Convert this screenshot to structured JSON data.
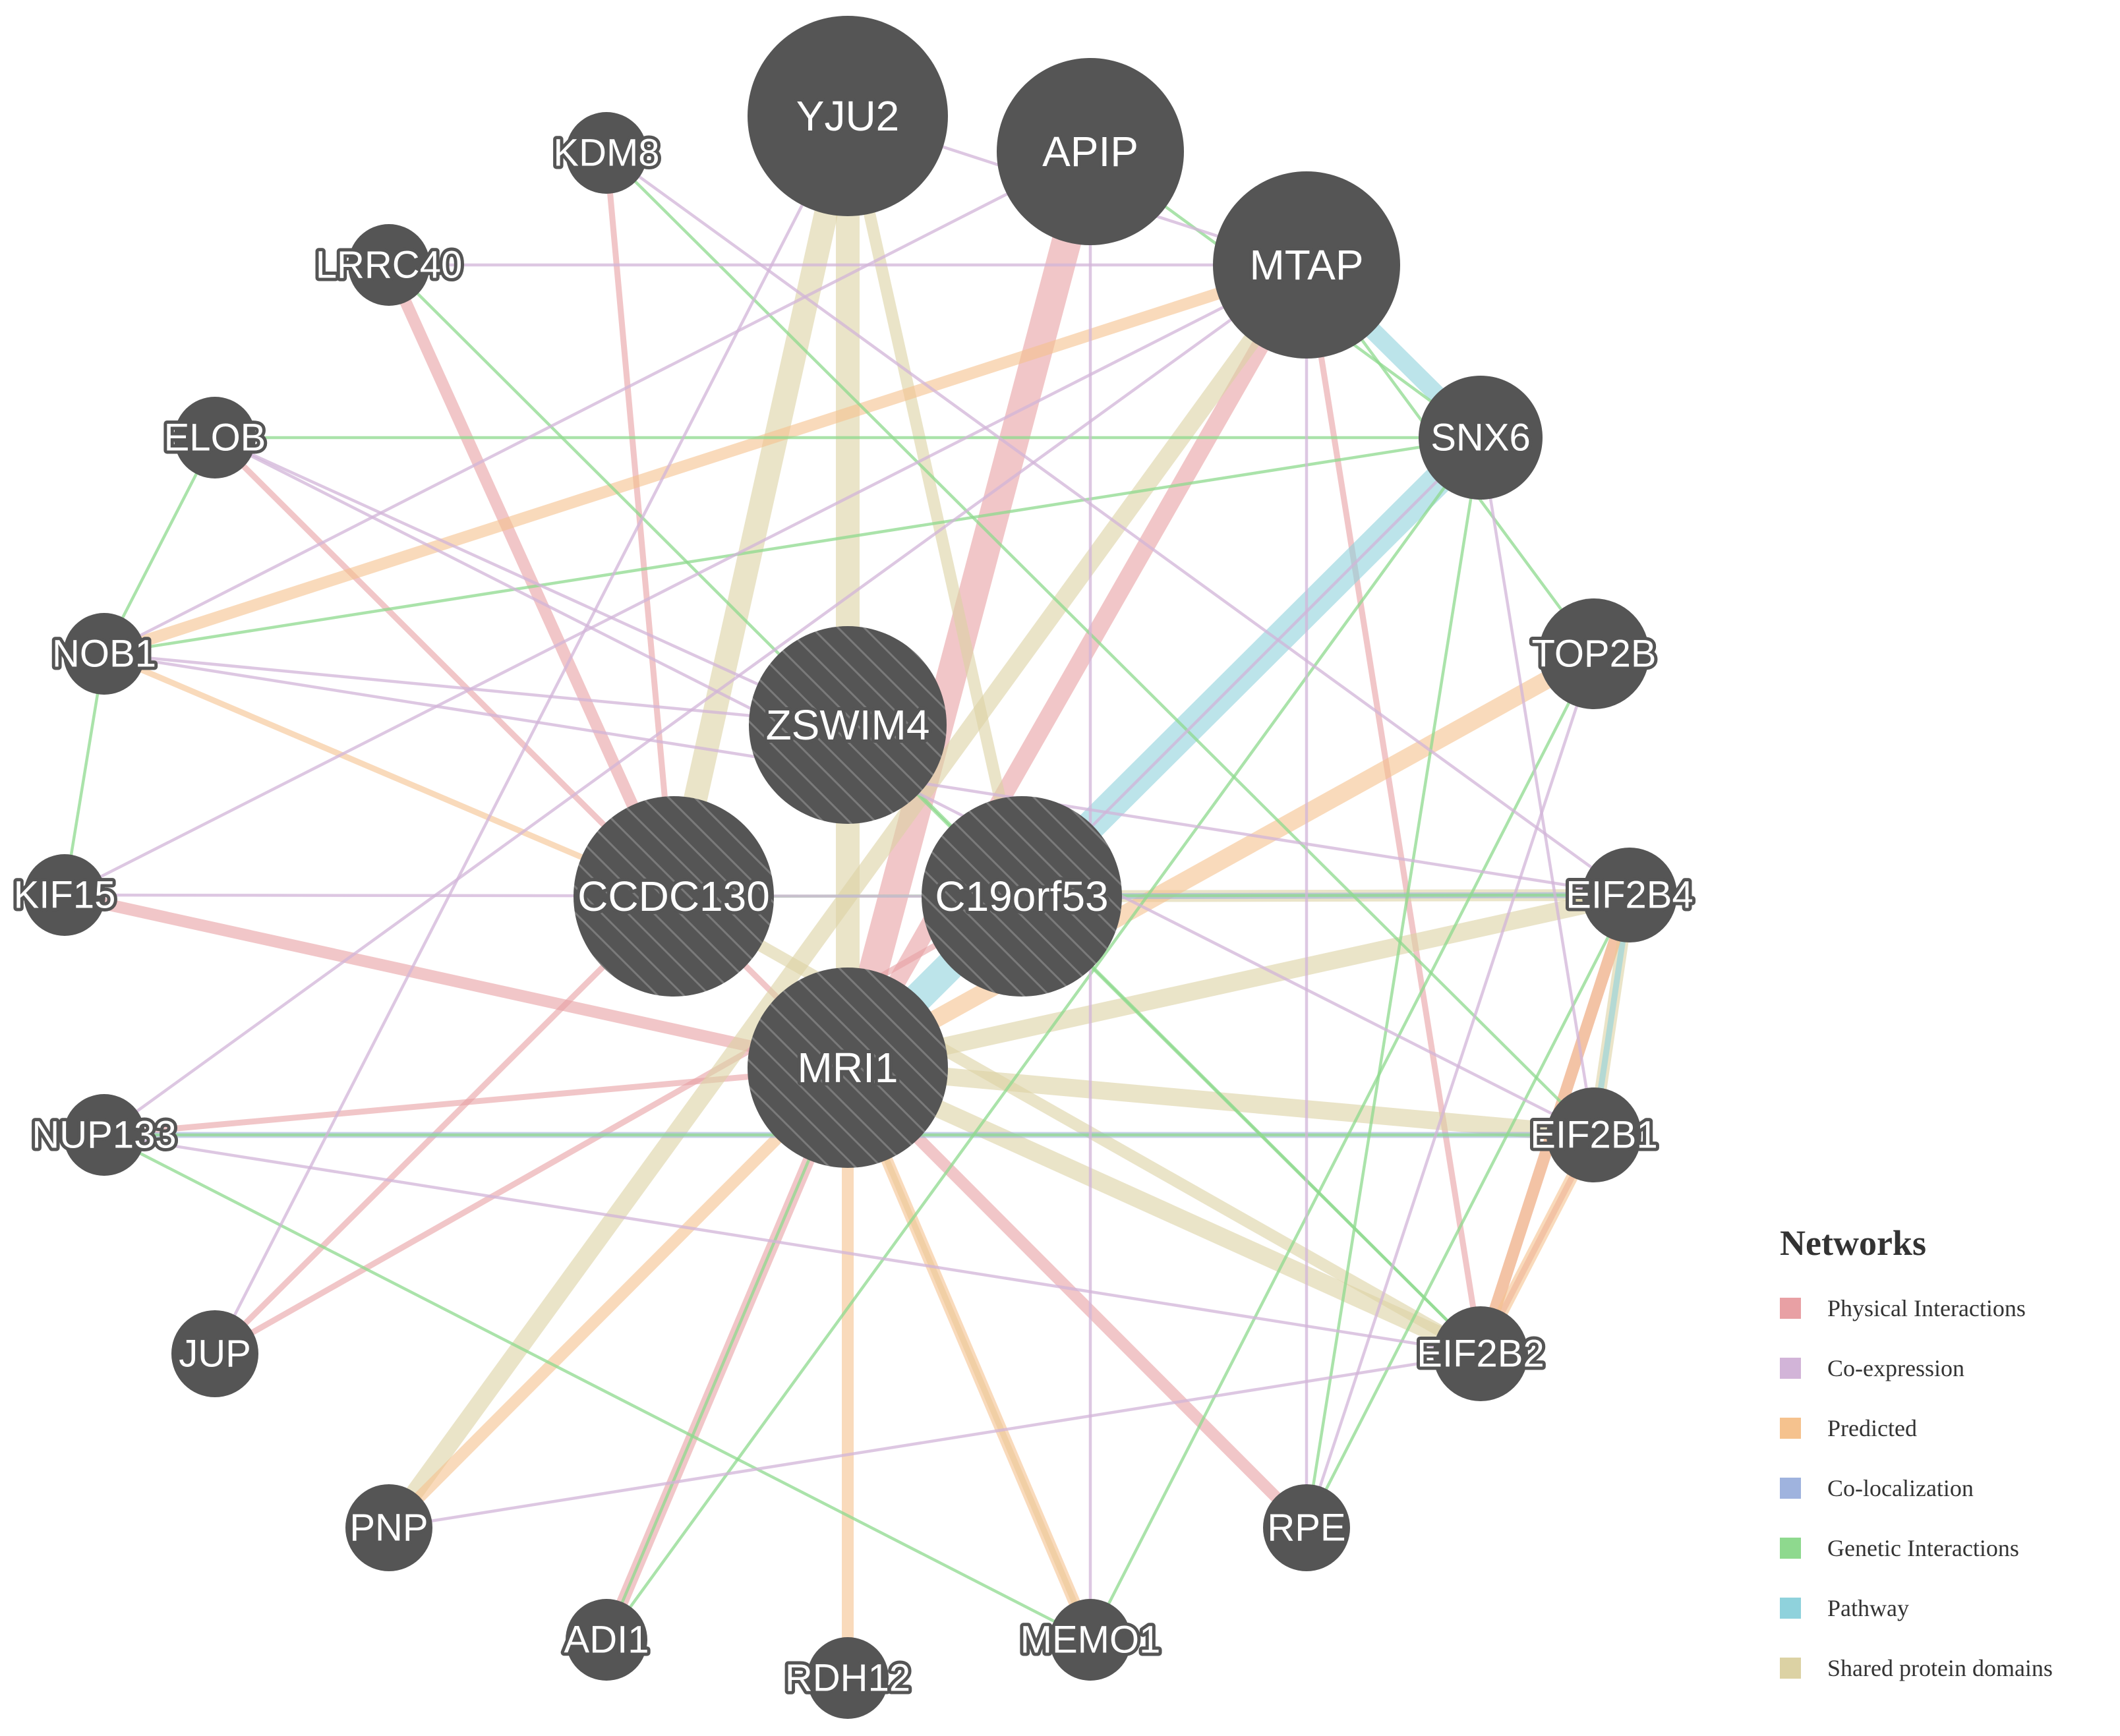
{
  "colors": {
    "physical": "#e8a0a4",
    "coexpression": "#d2b4d8",
    "predicted": "#f5c28e",
    "colocalization": "#9fb3de",
    "genetic": "#8ed98e",
    "pathway": "#8fd2dc",
    "shared": "#dcd2a4",
    "node": "#555555"
  },
  "nodes": [
    {
      "id": "YJU2",
      "label": "YJU2",
      "query": false
    },
    {
      "id": "APIP",
      "label": "APIP",
      "query": false
    },
    {
      "id": "MTAP",
      "label": "MTAP",
      "query": false
    },
    {
      "id": "KDM8",
      "label": "KDM8",
      "query": false
    },
    {
      "id": "LRRC40",
      "label": "LRRC40",
      "query": false
    },
    {
      "id": "ELOB",
      "label": "ELOB",
      "query": false
    },
    {
      "id": "SNX6",
      "label": "SNX6",
      "query": false
    },
    {
      "id": "NOB1",
      "label": "NOB1",
      "query": false
    },
    {
      "id": "TOP2B",
      "label": "TOP2B",
      "query": false
    },
    {
      "id": "ZSWIM4",
      "label": "ZSWIM4",
      "query": true
    },
    {
      "id": "KIF15",
      "label": "KIF15",
      "query": false
    },
    {
      "id": "CCDC130",
      "label": "CCDC130",
      "query": true
    },
    {
      "id": "C19orf53",
      "label": "C19orf53",
      "query": true
    },
    {
      "id": "EIF2B4",
      "label": "EIF2B4",
      "query": false
    },
    {
      "id": "MRI1",
      "label": "MRI1",
      "query": true
    },
    {
      "id": "NUP133",
      "label": "NUP133",
      "query": false
    },
    {
      "id": "EIF2B1",
      "label": "EIF2B1",
      "query": false
    },
    {
      "id": "JUP",
      "label": "JUP",
      "query": false
    },
    {
      "id": "EIF2B2",
      "label": "EIF2B2",
      "query": false
    },
    {
      "id": "PNP",
      "label": "PNP",
      "query": false
    },
    {
      "id": "RPE",
      "label": "RPE",
      "query": false
    },
    {
      "id": "ADI1",
      "label": "ADI1",
      "query": false
    },
    {
      "id": "MEMO1",
      "label": "MEMO1",
      "query": false
    },
    {
      "id": "RDH12",
      "label": "RDH12",
      "query": false
    }
  ],
  "edges": [
    {
      "source": "MRI1",
      "target": "APIP",
      "type": "physical",
      "weight": 5
    },
    {
      "source": "MRI1",
      "target": "MTAP",
      "type": "physical",
      "weight": 3
    },
    {
      "source": "MRI1",
      "target": "KIF15",
      "type": "physical",
      "weight": 2
    },
    {
      "source": "MRI1",
      "target": "RPE",
      "type": "physical",
      "weight": 2
    },
    {
      "source": "MRI1",
      "target": "ADI1",
      "type": "physical",
      "weight": 2
    },
    {
      "source": "CCDC130",
      "target": "KDM8",
      "type": "physical",
      "weight": 1
    },
    {
      "source": "CCDC130",
      "target": "LRRC40",
      "type": "physical",
      "weight": 2
    },
    {
      "source": "CCDC130",
      "target": "JUP",
      "type": "physical",
      "weight": 1
    },
    {
      "source": "C19orf53",
      "target": "JUP",
      "type": "physical",
      "weight": 1
    },
    {
      "source": "MRI1",
      "target": "ELOB",
      "type": "physical",
      "weight": 1
    },
    {
      "source": "MTAP",
      "target": "EIF2B2",
      "type": "physical",
      "weight": 1
    },
    {
      "source": "EIF2B4",
      "target": "EIF2B2",
      "type": "physical",
      "weight": 2
    },
    {
      "source": "EIF2B1",
      "target": "EIF2B2",
      "type": "physical",
      "weight": 1
    },
    {
      "source": "MRI1",
      "target": "NUP133",
      "type": "physical",
      "weight": 1
    },
    {
      "source": "MRI1",
      "target": "YJU2",
      "type": "shared",
      "weight": 4
    },
    {
      "source": "CCDC130",
      "target": "YJU2",
      "type": "shared",
      "weight": 4
    },
    {
      "source": "C19orf53",
      "target": "YJU2",
      "type": "shared",
      "weight": 2
    },
    {
      "source": "MRI1",
      "target": "EIF2B4",
      "type": "shared",
      "weight": 3
    },
    {
      "source": "MRI1",
      "target": "EIF2B1",
      "type": "shared",
      "weight": 3
    },
    {
      "source": "MRI1",
      "target": "EIF2B2",
      "type": "shared",
      "weight": 3
    },
    {
      "source": "CCDC130",
      "target": "EIF2B2",
      "type": "shared",
      "weight": 2
    },
    {
      "source": "PNP",
      "target": "MTAP",
      "type": "shared",
      "weight": 3
    },
    {
      "source": "EIF2B4",
      "target": "EIF2B1",
      "type": "shared",
      "weight": 2
    },
    {
      "source": "C19orf53",
      "target": "EIF2B4",
      "type": "shared",
      "weight": 2
    },
    {
      "source": "MRI1",
      "target": "MEMO1",
      "type": "shared",
      "weight": 1
    },
    {
      "source": "MRI1",
      "target": "SNX6",
      "type": "pathway",
      "weight": 5
    },
    {
      "source": "MTAP",
      "target": "SNX6",
      "type": "pathway",
      "weight": 3
    },
    {
      "source": "EIF2B4",
      "target": "EIF2B1",
      "type": "pathway",
      "weight": 1
    },
    {
      "source": "NOB1",
      "target": "MTAP",
      "type": "predicted",
      "weight": 2
    },
    {
      "source": "MRI1",
      "target": "TOP2B",
      "type": "predicted",
      "weight": 3
    },
    {
      "source": "MRI1",
      "target": "RDH12",
      "type": "predicted",
      "weight": 2
    },
    {
      "source": "MRI1",
      "target": "MEMO1",
      "type": "predicted",
      "weight": 2
    },
    {
      "source": "MRI1",
      "target": "PNP",
      "type": "predicted",
      "weight": 2
    },
    {
      "source": "NOB1",
      "target": "CCDC130",
      "type": "predicted",
      "weight": 1
    },
    {
      "source": "EIF2B4",
      "target": "EIF2B2",
      "type": "predicted",
      "weight": 2
    },
    {
      "source": "EIF2B1",
      "target": "EIF2B2",
      "type": "predicted",
      "weight": 2
    },
    {
      "source": "NUP133",
      "target": "EIF2B1",
      "type": "colocalization",
      "weight": 1
    },
    {
      "source": "C19orf53",
      "target": "EIF2B4",
      "type": "colocalization",
      "weight": 1
    },
    {
      "source": "KDM8",
      "target": "EIF2B1",
      "type": "genetic",
      "weight": 0.5
    },
    {
      "source": "LRRC40",
      "target": "EIF2B2",
      "type": "genetic",
      "weight": 0.5
    },
    {
      "source": "ELOB",
      "target": "SNX6",
      "type": "genetic",
      "weight": 0.5
    },
    {
      "source": "ELOB",
      "target": "NOB1",
      "type": "genetic",
      "weight": 0.5
    },
    {
      "source": "NOB1",
      "target": "KIF15",
      "type": "genetic",
      "weight": 0.5
    },
    {
      "source": "NOB1",
      "target": "SNX6",
      "type": "genetic",
      "weight": 0.5
    },
    {
      "source": "NUP133",
      "target": "MEMO1",
      "type": "genetic",
      "weight": 0.5
    },
    {
      "source": "NUP133",
      "target": "EIF2B1",
      "type": "genetic",
      "weight": 0.5
    },
    {
      "source": "ADI1",
      "target": "SNX6",
      "type": "genetic",
      "weight": 0.5
    },
    {
      "source": "MEMO1",
      "target": "TOP2B",
      "type": "genetic",
      "weight": 0.5
    },
    {
      "source": "RPE",
      "target": "SNX6",
      "type": "genetic",
      "weight": 0.5
    },
    {
      "source": "MTAP",
      "target": "TOP2B",
      "type": "genetic",
      "weight": 0.5
    },
    {
      "source": "MRI1",
      "target": "ADI1",
      "type": "genetic",
      "weight": 0.5
    },
    {
      "source": "ZSWIM4",
      "target": "EIF2B2",
      "type": "genetic",
      "weight": 0.5
    },
    {
      "source": "CCDC130",
      "target": "EIF2B4",
      "type": "genetic",
      "weight": 0.5
    },
    {
      "source": "APIP",
      "target": "SNX6",
      "type": "genetic",
      "weight": 0.5
    },
    {
      "source": "RPE",
      "target": "EIF2B4",
      "type": "genetic",
      "weight": 0.5
    },
    {
      "source": "YJU2",
      "target": "MTAP",
      "type": "coexpression",
      "weight": 0.5
    },
    {
      "source": "LRRC40",
      "target": "MTAP",
      "type": "coexpression",
      "weight": 0.5
    },
    {
      "source": "ELOB",
      "target": "EIF2B1",
      "type": "coexpression",
      "weight": 0.5
    },
    {
      "source": "NOB1",
      "target": "EIF2B4",
      "type": "coexpression",
      "weight": 0.5
    },
    {
      "source": "NOB1",
      "target": "APIP",
      "type": "coexpression",
      "weight": 0.5
    },
    {
      "source": "KIF15",
      "target": "C19orf53",
      "type": "coexpression",
      "weight": 0.5
    },
    {
      "source": "NUP133",
      "target": "EIF2B2",
      "type": "coexpression",
      "weight": 0.5
    },
    {
      "source": "NUP133",
      "target": "MTAP",
      "type": "coexpression",
      "weight": 0.5
    },
    {
      "source": "PNP",
      "target": "EIF2B2",
      "type": "coexpression",
      "weight": 0.5
    },
    {
      "source": "APIP",
      "target": "MEMO1",
      "type": "coexpression",
      "weight": 0.5
    },
    {
      "source": "MTAP",
      "target": "RPE",
      "type": "coexpression",
      "weight": 0.5
    },
    {
      "source": "SNX6",
      "target": "EIF2B1",
      "type": "coexpression",
      "weight": 0.5
    },
    {
      "source": "TOP2B",
      "target": "RPE",
      "type": "coexpression",
      "weight": 0.5
    },
    {
      "source": "YJU2",
      "target": "JUP",
      "type": "coexpression",
      "weight": 0.5
    },
    {
      "source": "ZSWIM4",
      "target": "NOB1",
      "type": "coexpression",
      "weight": 0.5
    },
    {
      "source": "KDM8",
      "target": "EIF2B4",
      "type": "coexpression",
      "weight": 0.5
    },
    {
      "source": "KIF15",
      "target": "MTAP",
      "type": "coexpression",
      "weight": 0.5
    },
    {
      "source": "C19orf53",
      "target": "SNX6",
      "type": "coexpression",
      "weight": 0.5
    },
    {
      "source": "ZSWIM4",
      "target": "ELOB",
      "type": "coexpression",
      "weight": 0.5
    }
  ],
  "legend": {
    "title": "Networks",
    "items": [
      {
        "label": "Physical Interactions",
        "type": "physical"
      },
      {
        "label": "Co-expression",
        "type": "coexpression"
      },
      {
        "label": "Predicted",
        "type": "predicted"
      },
      {
        "label": "Co-localization",
        "type": "colocalization"
      },
      {
        "label": "Genetic Interactions",
        "type": "genetic"
      },
      {
        "label": "Pathway",
        "type": "pathway"
      },
      {
        "label": "Shared protein domains",
        "type": "shared"
      }
    ]
  }
}
